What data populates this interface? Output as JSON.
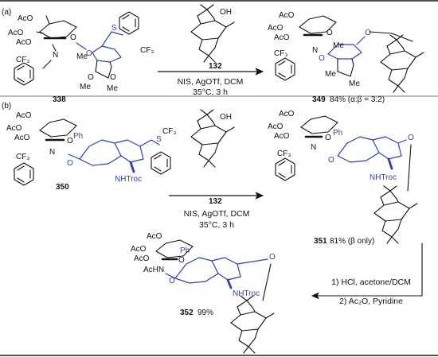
{
  "panels": [
    {
      "id": "a",
      "label": "(a)",
      "sm_label": "338",
      "acceptor_label": "132",
      "conditions": [
        "NIS, AgOTf, DCM",
        "35°C, 3 h"
      ],
      "product_label": "349",
      "yield": "84% (α:β = 3:2)"
    },
    {
      "id": "b",
      "label": "(b)",
      "sm_label": "350",
      "acceptor_label": "132",
      "conditions": [
        "NIS, AgOTf, DCM",
        "35°C, 3 h"
      ],
      "product_label": "351",
      "yield": "81% (β only)"
    }
  ],
  "step3": {
    "conditions": [
      "1) HCl, acetone/DCM",
      "2) Ac₂O, Pyridine"
    ],
    "product_label": "352",
    "yield": "99%"
  },
  "groups": {
    "ac": "AcO",
    "cf3": "CF₃",
    "me": "Me",
    "oh": "OH",
    "n": "N",
    "o": "O",
    "s": "S",
    "ph": "Ph",
    "nhtroc": "NHTroc",
    "achn": "AcHN"
  },
  "colors": {
    "highlight": "#2a3fc4",
    "rule": "#555555",
    "ink": "#111111"
  }
}
